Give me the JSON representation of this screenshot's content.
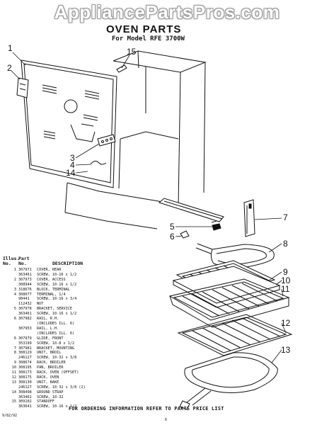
{
  "watermark": "AppliancePartsPros.com",
  "title": "OVEN PARTS",
  "subtitle": "For Model RFE 3700W",
  "callouts": [
    "1",
    "2",
    "15",
    "3",
    "4",
    "14",
    "5",
    "6",
    "7",
    "8",
    "9",
    "10",
    "11",
    "12",
    "13"
  ],
  "legend_headers": {
    "illus_no": "Illus. No.",
    "part_no": "Part No.",
    "description": "DESCRIPTION"
  },
  "parts": [
    {
      "illus": "1",
      "part": "307971",
      "desc": "COVER, REAR"
    },
    {
      "illus": "",
      "part": "363461",
      "desc": "SCREW, 10-16 x 1/2"
    },
    {
      "illus": "2",
      "part": "307973",
      "desc": "COVER, ACCESS"
    },
    {
      "illus": "",
      "part": "308944",
      "desc": "SCREW, 10-16 x 1/2"
    },
    {
      "illus": "3",
      "part": "318676",
      "desc": "BLOCK, TERMINAL"
    },
    {
      "illus": "4",
      "part": "308077",
      "desc": "TERMINAL, 1/4"
    },
    {
      "illus": "",
      "part": "98441",
      "desc": "SCREW, 10-16 x 3/4"
    },
    {
      "illus": "",
      "part": "112432",
      "desc": "NUT"
    },
    {
      "illus": "5",
      "part": "307978",
      "desc": "BRACKET, SERVICE"
    },
    {
      "illus": "",
      "part": "363461",
      "desc": "SCREW, 10-16 x 1/2"
    },
    {
      "illus": "6",
      "part": "307982",
      "desc": "RAIL, R.H."
    },
    {
      "illus": "",
      "part": "",
      "desc": "(INCLUDES ILL. 6)"
    },
    {
      "illus": "",
      "part": "307953",
      "desc": "RAIL, L.H."
    },
    {
      "illus": "",
      "part": "",
      "desc": "(INCLUDES ILL. 6)"
    },
    {
      "illus": "6",
      "part": "307979",
      "desc": "GLIDE, FRONT"
    },
    {
      "illus": "",
      "part": "353199",
      "desc": "SCREW, 10-8 x 1/2"
    },
    {
      "illus": "7",
      "part": "307981",
      "desc": "BRACKET, MOUNTING"
    },
    {
      "illus": "8",
      "part": "308129",
      "desc": "UNIT, BROIL"
    },
    {
      "illus": "",
      "part": "246127",
      "desc": "SCREW, 10-32 x 3/8"
    },
    {
      "illus": "9",
      "part": "308674",
      "desc": "RACK, BROILER"
    },
    {
      "illus": "10",
      "part": "308195",
      "desc": "PAN, BROILER"
    },
    {
      "illus": "11",
      "part": "308173",
      "desc": "RACK, OVEN (OFFSET)"
    },
    {
      "illus": "12",
      "part": "308175",
      "desc": "RACK, OVEN"
    },
    {
      "illus": "13",
      "part": "308130",
      "desc": "UNIT, BAKE"
    },
    {
      "illus": "",
      "part": "246127",
      "desc": "SCREW, 10-32 x 3/8 (2)"
    },
    {
      "illus": "14",
      "part": "308498",
      "desc": "GROUND STRAP"
    },
    {
      "illus": "",
      "part": "363462",
      "desc": "SCREW, 10-32"
    },
    {
      "illus": "15",
      "part": "309102",
      "desc": "STANDOFF"
    },
    {
      "illus": "",
      "part": "363641",
      "desc": "SCREW, 10-16 x 1/2"
    }
  ],
  "footer": "FOR ORDERING INFORMATION REFER TO PARTS PRICE LIST",
  "code": "9/82/92",
  "page": "6"
}
